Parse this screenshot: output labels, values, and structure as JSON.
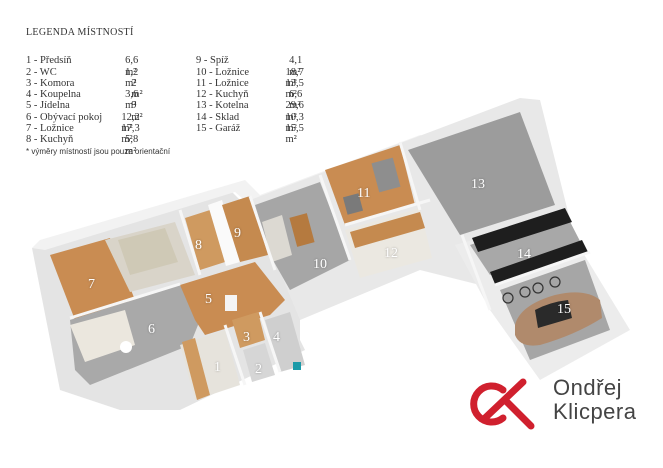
{
  "legend": {
    "title": "LEGENDA MÍSTNOSTÍ",
    "rooms_col1": [
      {
        "name": "1 - Předsíň",
        "area": "6,6 m²"
      },
      {
        "name": "2 - WC",
        "area": "1,2 m²"
      },
      {
        "name": "3 - Komora",
        "area": "2 m²"
      },
      {
        "name": "4 - Koupelna",
        "area": "3,6 m²"
      },
      {
        "name": "5 - Jídelna",
        "area": "9 m²"
      },
      {
        "name": "6 - Obývací pokoj",
        "area": "12,2 m²"
      },
      {
        "name": "7 - Ložnice",
        "area": "17,3 m²"
      },
      {
        "name": "8 - Kuchyň",
        "area": "5,8 m²"
      }
    ],
    "rooms_col2": [
      {
        "name": "9 - Spíž",
        "area": "4,1 m²"
      },
      {
        "name": "10 - Ložnice",
        "area": "18,7 m²"
      },
      {
        "name": "11 - Ložnice",
        "area": "13,5 m²"
      },
      {
        "name": "12 - Kuchyň",
        "area": "6,6 m²"
      },
      {
        "name": "13 - Kotelna",
        "area": "29,6 m²"
      },
      {
        "name": "14 - Sklad",
        "area": "10,3 m²"
      },
      {
        "name": "15 - Garáž",
        "area": "15,5 m²"
      }
    ],
    "note": "* výměry místností jsou pouze orientační"
  },
  "plan_labels": {
    "r1": "1",
    "r2": "2",
    "r3": "3",
    "r4": "4",
    "r5": "5",
    "r6": "6",
    "r7": "7",
    "r8": "8",
    "r9": "9",
    "r10": "10",
    "r11": "11",
    "r12": "12",
    "r13": "13",
    "r14": "14",
    "r15": "15"
  },
  "logo": {
    "line1": "Ondřej",
    "line2": "Klicpera",
    "color": "#d0202e"
  }
}
